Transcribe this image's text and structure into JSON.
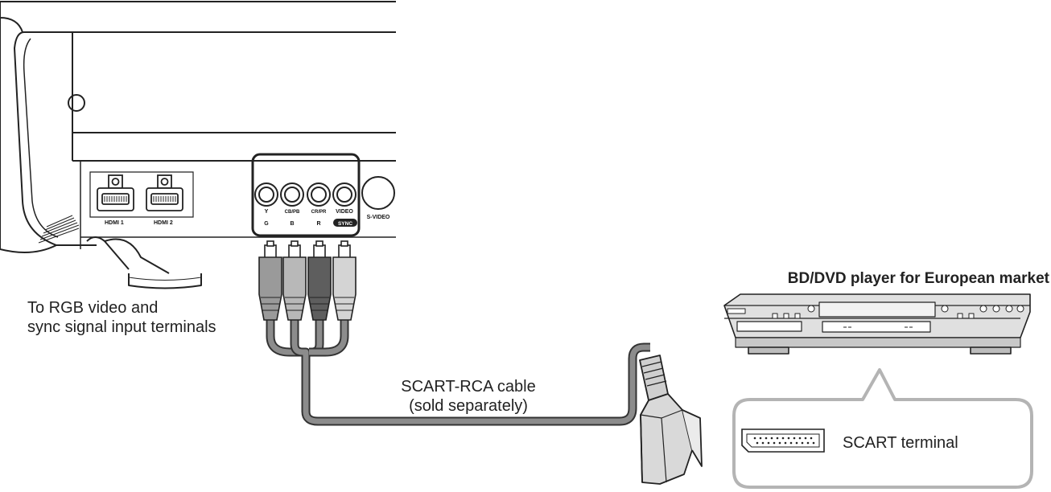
{
  "projector": {
    "hdmi1_label": "HDMI 1",
    "hdmi2_label": "HDMI 2",
    "jack_y_top": "Y",
    "jack_y_bottom": "G",
    "jack_cb_top": "CB/PB",
    "jack_cb_bottom": "B",
    "jack_cr_top": "CR/PR",
    "jack_cr_bottom": "R",
    "jack_video_top": "VIDEO",
    "jack_video_bottom": "SYNC",
    "svideo_label": "S-VIDEO"
  },
  "labels": {
    "rgb_input_line1": "To RGB video and",
    "rgb_input_line2": "sync signal input terminals",
    "cable_line1": "SCART-RCA cable",
    "cable_line2": "(sold separately)",
    "player_title": "BD/DVD player for European market",
    "scart_terminal": "SCART terminal"
  },
  "colors": {
    "line": "#222222",
    "cable": "#8c8c8c",
    "callout": "#b4b4b4"
  }
}
